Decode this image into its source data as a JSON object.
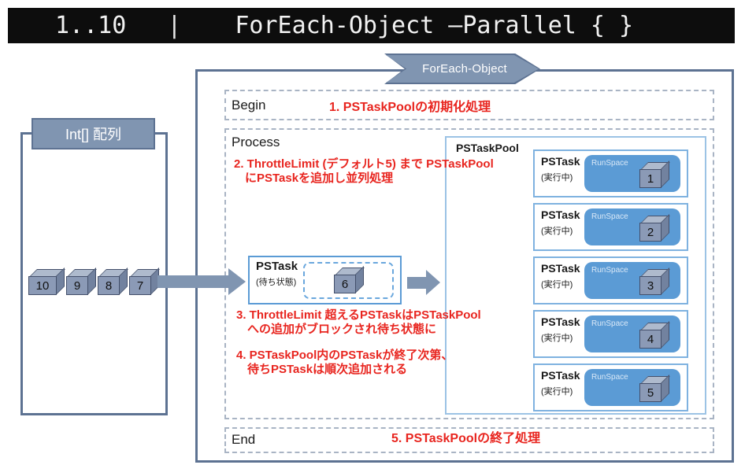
{
  "topbar": {
    "input": "1..10",
    "pipe": "|",
    "command": "ForEach-Object –Parallel { }"
  },
  "banner": {
    "label": "ForEach-Object"
  },
  "array_box": {
    "title": "Int[] 配列",
    "items": [
      "10",
      "9",
      "8",
      "7"
    ]
  },
  "flow": {
    "begin": {
      "label": "Begin",
      "note": "1. PSTaskPoolの初期化処理"
    },
    "process": {
      "label": "Process",
      "note2": {
        "line1": "2. ThrottleLimit (デフォルト5) まで PSTaskPool",
        "line2": "にPSTaskを追加し並列処理"
      },
      "note3": {
        "line1": "3. ThrottleLimit 超えるPSTaskはPSTaskPool",
        "line2": "への追加がブロックされ待ち状態に"
      },
      "note4": {
        "line1": "4. PSTaskPool内のPSTaskが終了次第、",
        "line2": "待ちPSTaskは順次追加される"
      }
    },
    "end": {
      "label": "End",
      "note": "5. PSTaskPoolの終了処理"
    }
  },
  "waiting_task": {
    "title": "PSTask",
    "state": "(待ち状態)",
    "item": "6"
  },
  "pool": {
    "title": "PSTaskPool",
    "tasks": [
      {
        "title": "PSTask",
        "state": "(実行中)",
        "runspace": "RunSpace",
        "item": "1"
      },
      {
        "title": "PSTask",
        "state": "(実行中)",
        "runspace": "RunSpace",
        "item": "2"
      },
      {
        "title": "PSTask",
        "state": "(実行中)",
        "runspace": "RunSpace",
        "item": "3"
      },
      {
        "title": "PSTask",
        "state": "(実行中)",
        "runspace": "RunSpace",
        "item": "4"
      },
      {
        "title": "PSTask",
        "state": "(実行中)",
        "runspace": "RunSpace",
        "item": "5"
      }
    ]
  },
  "colors": {
    "slate_fill": "#8095b1",
    "slate_border": "#5d7292",
    "runspace_blue": "#5b9bd5",
    "light_blue_border": "#7fb2e0",
    "dash_gray": "#a9b4c4",
    "note_red": "#e8251f",
    "topbar_bg": "#0d0d0d"
  }
}
